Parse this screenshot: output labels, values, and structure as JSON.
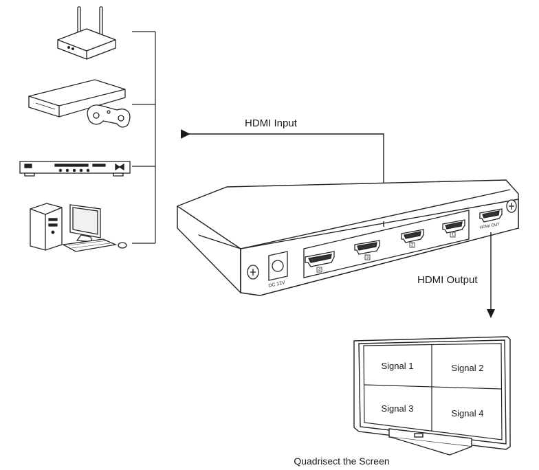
{
  "labels": {
    "hdmi_input": "HDMI Input",
    "hdmi_output": "HDMI Output",
    "caption": "Quadrisect the Screen",
    "dc_port": "DC 12V",
    "hdmi_out_port": "HDMI OUT"
  },
  "input_port_numbers": [
    "4",
    "3",
    "2",
    "1"
  ],
  "screen_signals": [
    "Signal 1",
    "Signal 2",
    "Signal 3",
    "Signal 4"
  ],
  "devices": [
    {
      "name": "wireless-router",
      "icon": "router-icon"
    },
    {
      "name": "game-console",
      "icon": "game-console-icon"
    },
    {
      "name": "media-player",
      "icon": "dvd-player-icon"
    },
    {
      "name": "desktop-computer",
      "icon": "computer-icon"
    }
  ]
}
